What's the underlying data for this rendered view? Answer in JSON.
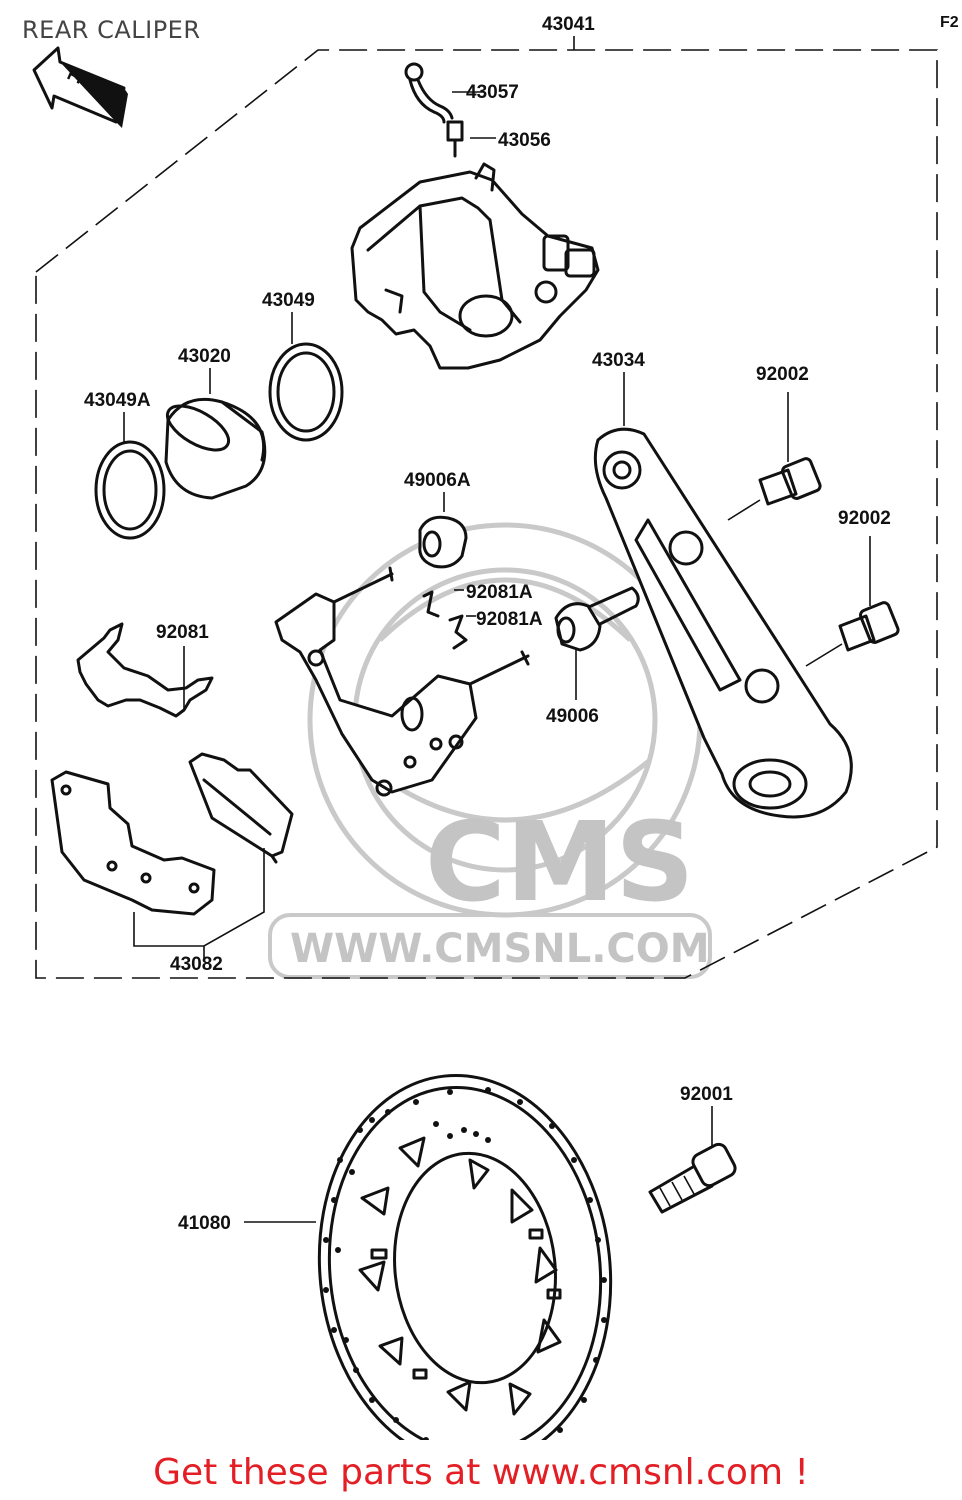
{
  "header": {
    "title": "REAR CALIPER",
    "figure_tag": "F2"
  },
  "front_arrow": {
    "label": "FRONT"
  },
  "watermark": {
    "logo_text": "CMS",
    "url_text": "WWW.CMSNL.COM"
  },
  "parts": {
    "caliper_assy": "43041",
    "bleeder_cap": "43057",
    "bleeder_valve": "43056",
    "seal_43049": "43049",
    "piston": "43020",
    "seal_43049a": "43049A",
    "torque_link": "43034",
    "bolt_92002_upper": "92002",
    "bolt_92002_lower": "92002",
    "boot_49006a": "49006A",
    "clip_92081a_upper": "92081A",
    "clip_92081a_lower": "92081A",
    "spring_92081": "92081",
    "boot_49006": "49006",
    "pad_set": "43082",
    "bolt_92001": "92001",
    "disc": "41080"
  },
  "footer": {
    "cta": "Get these parts at www.cmsnl.com !"
  },
  "colors": {
    "cta": "#e31e24",
    "line": "#111111",
    "watermark": "#c4c4c4",
    "title": "#444444"
  },
  "icons": [
    "front-arrow-icon",
    "cms-logo-watermark"
  ]
}
